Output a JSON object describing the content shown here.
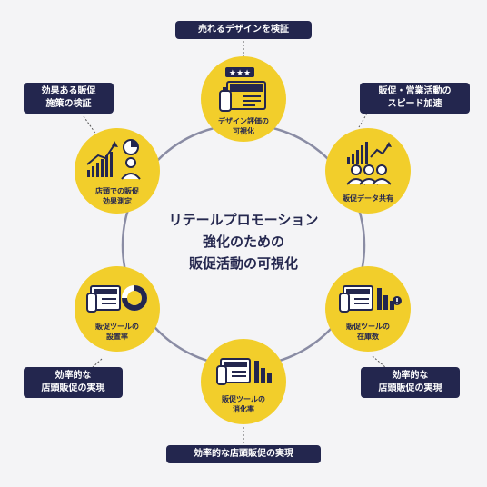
{
  "center": {
    "title_lines": [
      "リテールプロモーション",
      "強化のための",
      "販促活動の可視化"
    ]
  },
  "nodes": [
    {
      "id": "design",
      "label_lines": [
        "デザイン評価の",
        "可視化"
      ],
      "icon": "star-rating-poster-icon"
    },
    {
      "id": "share",
      "label_lines": [
        "販促データ共有"
      ],
      "icon": "team-chart-icon"
    },
    {
      "id": "inventory",
      "label_lines": [
        "販促ツールの",
        "在庫数"
      ],
      "icon": "poster-bars-alert-icon"
    },
    {
      "id": "consumption",
      "label_lines": [
        "販促ツールの",
        "消化率"
      ],
      "icon": "poster-bars-icon"
    },
    {
      "id": "installation",
      "label_lines": [
        "販促ツールの",
        "設置率"
      ],
      "icon": "poster-donut-icon"
    },
    {
      "id": "measure",
      "label_lines": [
        "店頭での販促",
        "効果測定"
      ],
      "icon": "growth-chart-person-icon"
    }
  ],
  "tags": [
    {
      "id": "top",
      "lines": [
        "売れるデザインを検証"
      ]
    },
    {
      "id": "top-right",
      "lines": [
        "販促・営業活動の",
        "スピード加速"
      ]
    },
    {
      "id": "bottom-right",
      "lines": [
        "効率的な",
        "店頭販促の実現"
      ]
    },
    {
      "id": "bottom",
      "lines": [
        "効率的な店頭販促の実現"
      ]
    },
    {
      "id": "bottom-left",
      "lines": [
        "効率的な",
        "店頭販促の実現"
      ]
    },
    {
      "id": "top-left",
      "lines": [
        "効果ある販促",
        "施策の検証"
      ]
    }
  ],
  "colors": {
    "node_fill": "#f2ce2b",
    "navy": "#23264e",
    "ring": "#8a8ca4",
    "background": "#f4f4f6"
  }
}
